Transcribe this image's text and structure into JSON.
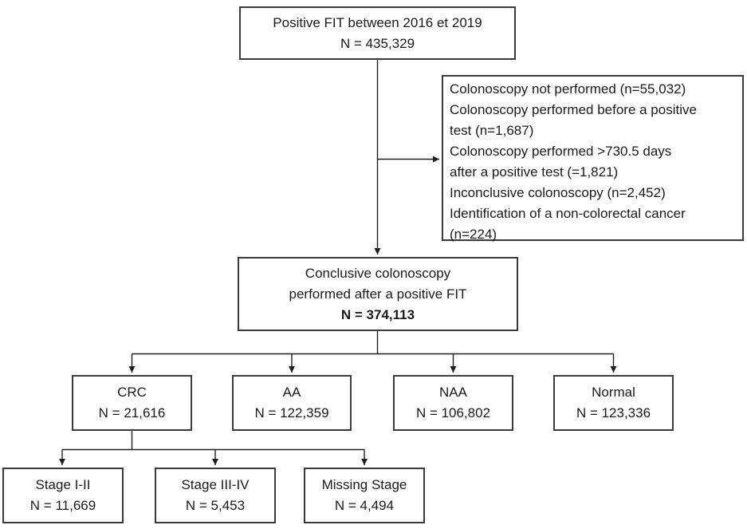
{
  "diagram": {
    "top_box": {
      "line1": "Positive FIT between 2016 et 2019",
      "line2": "N = 435,329"
    },
    "exclusion_box": {
      "lines": [
        "Colonoscopy not performed (n=55,032)",
        "Colonoscopy performed before a positive",
        "test (n=1,687)",
        "Colonoscopy performed >730.5 days",
        "after a positive test (=1,821)",
        "Inconclusive colonoscopy (n=2,452)",
        "Identification of a non-colorectal cancer",
        "(n=224)"
      ]
    },
    "middle_box": {
      "line1": "Conclusive colonoscopy",
      "line2": "performed after a positive FIT",
      "line3": "N = 374,113"
    },
    "outcome_boxes": [
      {
        "label": "CRC",
        "n": "N = 21,616"
      },
      {
        "label": "AA",
        "n": "N = 122,359"
      },
      {
        "label": "NAA",
        "n": "N = 106,802"
      },
      {
        "label": "Normal",
        "n": "N = 123,336"
      }
    ],
    "stage_boxes": [
      {
        "label": "Stage I-II",
        "n": "N = 11,669"
      },
      {
        "label": "Stage III-IV",
        "n": "N = 5,453"
      },
      {
        "label": "Missing Stage",
        "n": "N = 4,494"
      }
    ],
    "colors": {
      "border": "#3b3b3b",
      "line": "#1f1f1f",
      "text": "#1a1a1a",
      "background": "#ffffff"
    }
  }
}
